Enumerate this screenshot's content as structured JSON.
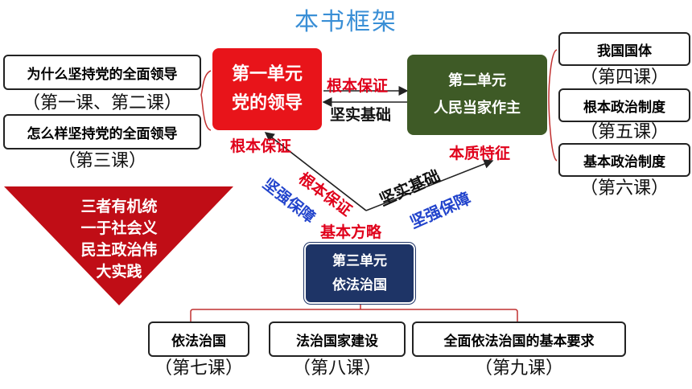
{
  "title": "本书框架",
  "colors": {
    "unit1": "#e8141a",
    "unit2": "#3e5a26",
    "unit3": "#1e3466",
    "red": "#e0001b",
    "blue": "#2244cc",
    "triangle": "#c00d16",
    "bracket": "#c03030"
  },
  "unit1": {
    "line1": "第一单元",
    "line2": "党的领导"
  },
  "unit2": {
    "line1": "第二单元",
    "line2": "人民当家作主"
  },
  "unit3": {
    "line1": "第三单元",
    "line2": "依法治国"
  },
  "left_items": [
    {
      "label": "为什么坚持党的全面领导",
      "lesson": "（第一课、第二课）"
    },
    {
      "label": "怎么样坚持党的全面领导",
      "lesson": "（第三课）"
    }
  ],
  "right_items": [
    {
      "label": "我国国体",
      "lesson": "（第四课）"
    },
    {
      "label": "根本政治制度",
      "lesson": "（第五课）"
    },
    {
      "label": "基本政治制度",
      "lesson": "（第六课）"
    }
  ],
  "bottom_items": [
    {
      "label": "依法治国",
      "lesson": "（第七课）"
    },
    {
      "label": "法治国家建设",
      "lesson": "（第八课）"
    },
    {
      "label": "全面依法治国的基本要求",
      "lesson": "（第九课）"
    }
  ],
  "relations": {
    "top_forward": "根本保证",
    "top_back": "坚实基础",
    "u1_below": "根本保证",
    "left_red": "根本保证",
    "left_blue": "坚强保障",
    "right_black": "坚实基础",
    "right_red": "本质特征",
    "right_blue": "坚强保障",
    "bottom_red": "基本方略"
  },
  "triangle_text": [
    "三者有机统",
    "一于社会义",
    "民主政治伟",
    "大实践"
  ]
}
